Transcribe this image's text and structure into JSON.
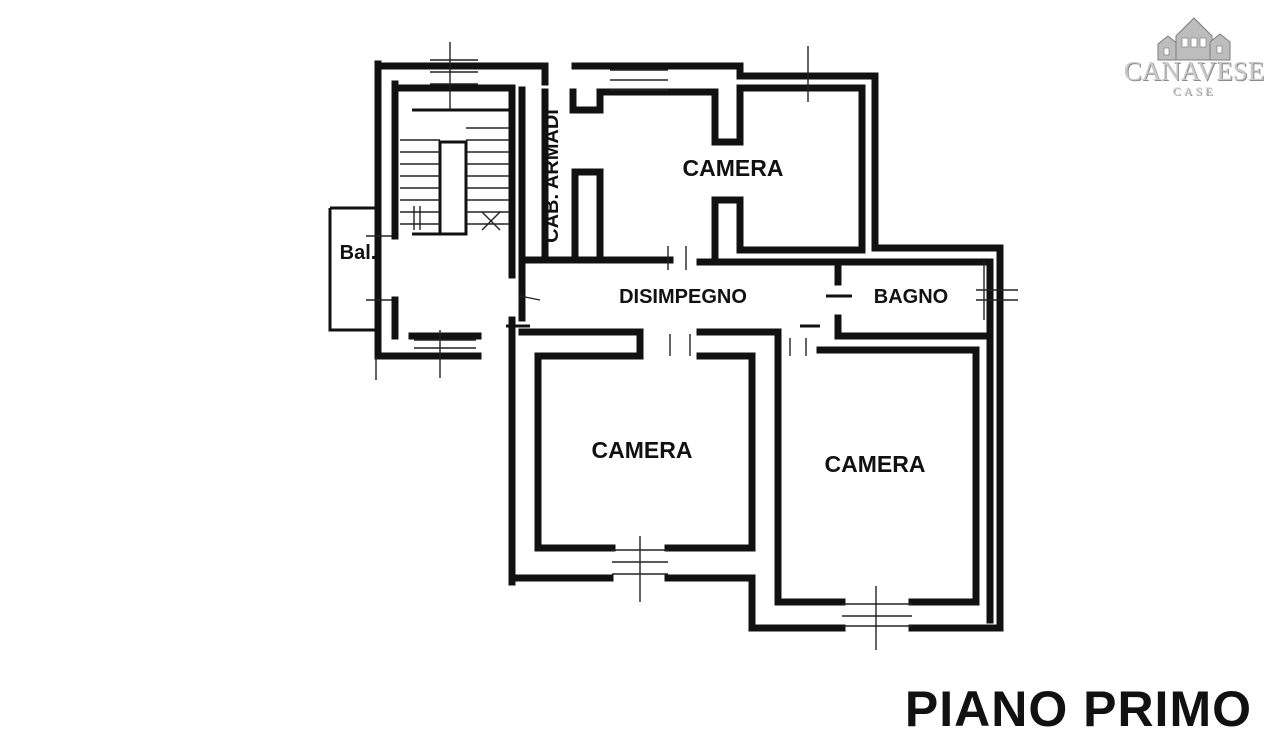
{
  "rooms": {
    "camera_top": "CAMERA",
    "cab_armadi": "CAB. ARMADI",
    "disimpegno": "DISIMPEGNO",
    "bagno": "BAGNO",
    "balcony": "Bal.",
    "camera_bottom_left": "CAMERA",
    "camera_bottom_right": "CAMERA"
  },
  "floor_title": "PIANO PRIMO",
  "logo": {
    "word": "CANAVESE",
    "sub": "CASE",
    "icon": "houses-logo-icon",
    "colors": {
      "text": "#c9c9c9",
      "shadow": "#8a8a8a"
    }
  },
  "colors": {
    "ink": "#111111",
    "paper": "#ffffff"
  }
}
